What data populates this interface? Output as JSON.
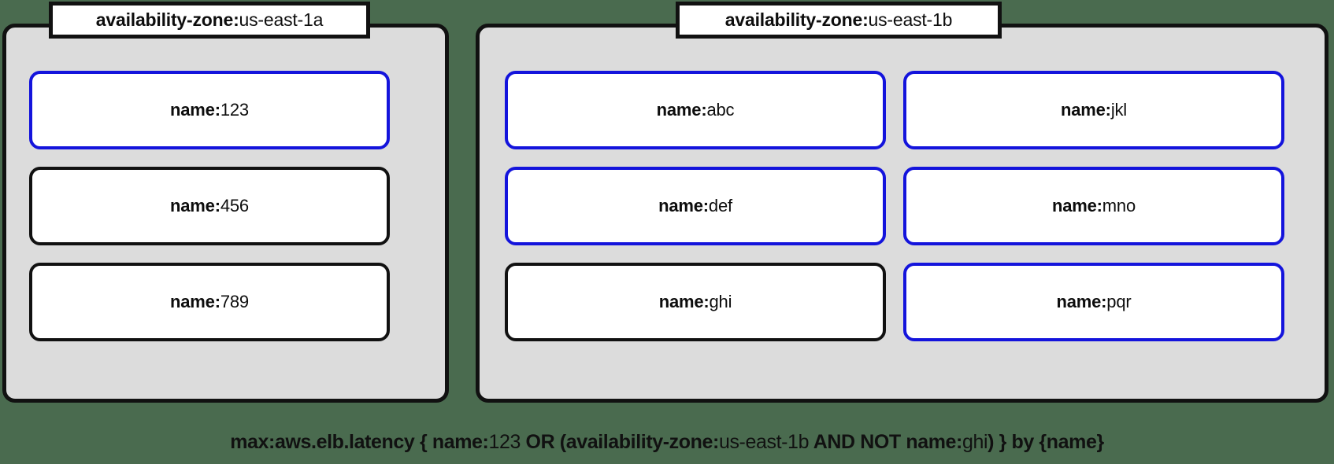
{
  "diagram": {
    "background_color": "#4a6b4f",
    "panel_fill": "#dcdcdc",
    "panel_border": "#111111",
    "selected_border": "#1414dc",
    "box_fill": "#ffffff"
  },
  "zones": [
    {
      "id": "us-east-1a",
      "header": {
        "key": "availability-zone:",
        "value": "us-east-1a"
      },
      "columns": 1,
      "tags": [
        {
          "key": "name:",
          "value": "123",
          "selected": true
        },
        {
          "key": "name:",
          "value": "456",
          "selected": false
        },
        {
          "key": "name:",
          "value": "789",
          "selected": false
        }
      ]
    },
    {
      "id": "us-east-1b",
      "header": {
        "key": "availability-zone:",
        "value": "us-east-1b"
      },
      "columns": 2,
      "tags": [
        {
          "key": "name:",
          "value": "abc",
          "selected": true
        },
        {
          "key": "name:",
          "value": "jkl",
          "selected": true
        },
        {
          "key": "name:",
          "value": "def",
          "selected": true
        },
        {
          "key": "name:",
          "value": "mno",
          "selected": true
        },
        {
          "key": "name:",
          "value": "ghi",
          "selected": false
        },
        {
          "key": "name:",
          "value": "pqr",
          "selected": true
        }
      ]
    }
  ],
  "caption": {
    "full": "max:aws.elb.latency { name:123 OR (availability-zone:us-east-1b AND NOT name:ghi) } by {name}",
    "parts": [
      {
        "text": "max:aws.elb.latency { ",
        "style": "bold"
      },
      {
        "text": "name:",
        "style": "bold"
      },
      {
        "text": "123",
        "style": "normal"
      },
      {
        "text": " OR (",
        "style": "bold"
      },
      {
        "text": "availability-zone:",
        "style": "bold"
      },
      {
        "text": "us-east-1b",
        "style": "normal"
      },
      {
        "text": " AND NOT ",
        "style": "bold"
      },
      {
        "text": "name:",
        "style": "bold"
      },
      {
        "text": "ghi",
        "style": "normal"
      },
      {
        "text": ") } by {name}",
        "style": "bold"
      }
    ]
  }
}
